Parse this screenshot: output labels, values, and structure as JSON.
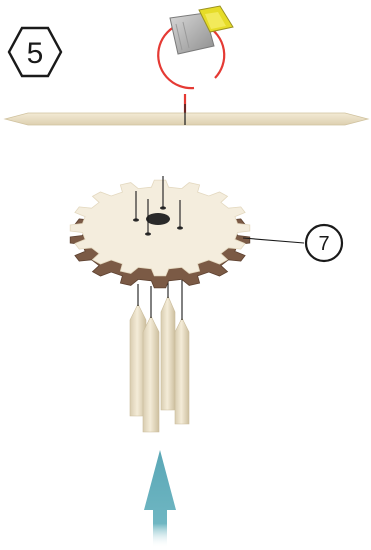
{
  "step": {
    "number": "5"
  },
  "callouts": [
    {
      "number": "7",
      "target": "gear"
    }
  ],
  "colors": {
    "wood_light": "#f4eddd",
    "wood_top": "#f7f1e3",
    "wood_edge": "#7b5a45",
    "stick": "#ede4cd",
    "stick_shadow": "#d2c5a6",
    "arrow": "#5aa7b6",
    "cutter_red": "#e53a34",
    "cutter_blade": "#b4b4b4",
    "cutter_yellow": "#e6dc28",
    "line": "#1a1a1a"
  },
  "icons": {
    "step_badge": "hexagon",
    "cutter": "utility-knife-cutter",
    "direction": "up-arrow"
  }
}
